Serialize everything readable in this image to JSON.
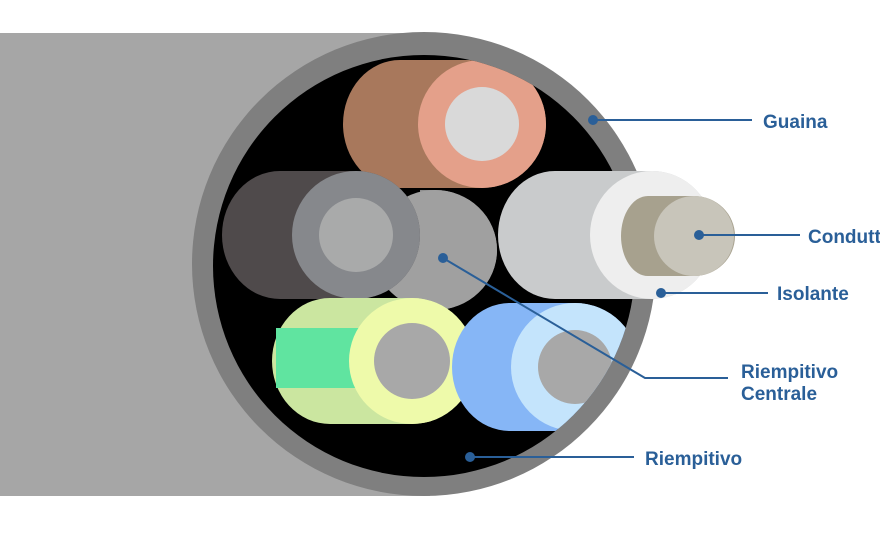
{
  "labels": {
    "sheath": "Guaina",
    "conductor": "Conduttore",
    "insulation": "Isolante",
    "central_filler_line1": "Riempitivo",
    "central_filler_line2": "Centrale",
    "filler": "Riempitivo"
  },
  "colors": {
    "label_text": "#2a5f98",
    "leader_line": "#2a5f98",
    "sheath_outer": "#7f7f7f",
    "sheath_body": "#a6a6a6",
    "filler": "#000000",
    "core_brown_insulation": "#e4a08a",
    "core_gray_insulation": "#86888c",
    "core_white_insulation": "#eeeeee",
    "core_yellow_green_insulation": "#eefaaa",
    "core_blue_insulation": "#c4e4fc",
    "central_filler": "#a0a0a0",
    "conductor": "#c8c5ba"
  }
}
